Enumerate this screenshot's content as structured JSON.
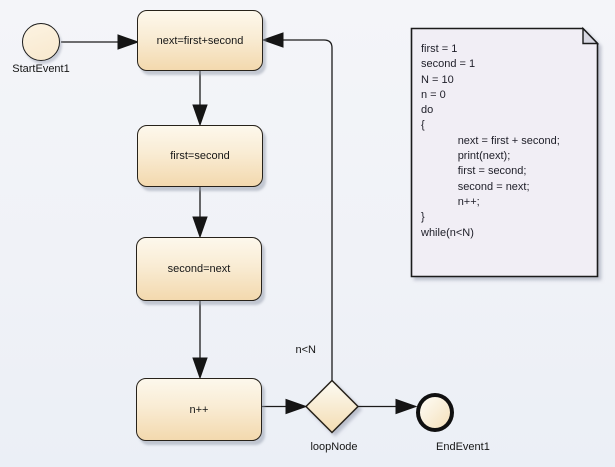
{
  "canvas": {
    "colors": {
      "background_top": "#f4f5f9",
      "background_bottom": "#ebeff6",
      "node_fill_top": "#fdf8ec",
      "node_fill_bottom": "#f3d9ae",
      "node_border": "#27221a",
      "note_fill": "#f1eef5",
      "note_fold": "#d8d8e2",
      "connector": "#1b1b1b",
      "text": "#161616"
    }
  },
  "nodes": {
    "start": {
      "label": "StartEvent1"
    },
    "action1": {
      "label": "next=first+second"
    },
    "action2": {
      "label": "first=second"
    },
    "action3": {
      "label": "second=next"
    },
    "action4": {
      "label": "n++"
    },
    "decision": {
      "label": "loopNode"
    },
    "end": {
      "label": "EndEvent1"
    }
  },
  "edges": [
    {
      "from": "StartEvent1",
      "to": "next=first+second",
      "label": ""
    },
    {
      "from": "next=first+second",
      "to": "first=second",
      "label": ""
    },
    {
      "from": "first=second",
      "to": "second=next",
      "label": ""
    },
    {
      "from": "second=next",
      "to": "n++",
      "label": ""
    },
    {
      "from": "n++",
      "to": "loopNode",
      "label": ""
    },
    {
      "from": "loopNode",
      "to": "next=first+second",
      "label": "n<N"
    },
    {
      "from": "loopNode",
      "to": "EndEvent1",
      "label": ""
    }
  ],
  "note": {
    "lines": [
      "first = 1",
      "second = 1",
      "N = 10",
      "n = 0",
      "do",
      "{",
      "\tnext = first + second;",
      "\tprint(next);",
      "\tfirst = second;",
      "\tsecond = next;",
      "\tn++;",
      "}",
      "while(n<N)"
    ]
  }
}
